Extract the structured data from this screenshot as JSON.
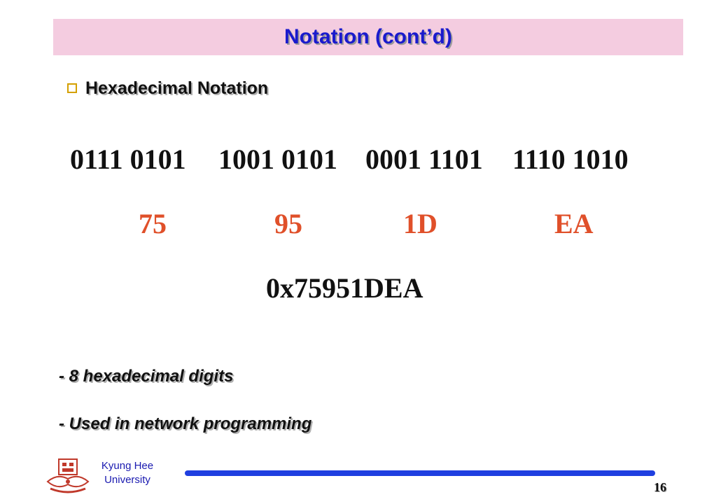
{
  "slide": {
    "title": "Notation (cont’d)",
    "bullet": "Hexadecimal Notation",
    "binary_groups": [
      "0111 0101",
      "1001 0101",
      "0001 1101",
      "1110 1010"
    ],
    "hex_groups": [
      "75",
      "95",
      "1D",
      "EA"
    ],
    "hex_combined": "0x75951DEA",
    "notes": [
      "- 8 hexadecimal digits",
      "- Used in network programming"
    ]
  },
  "footer": {
    "university_line1": "Kyung Hee",
    "university_line2": "University",
    "page_number": "16"
  },
  "colors": {
    "title_bar": "#f4cce0",
    "title_text": "#1a1acd",
    "hex_text": "#e0502a",
    "footer_line": "#1f3fe0",
    "logo": "#c0392b"
  }
}
